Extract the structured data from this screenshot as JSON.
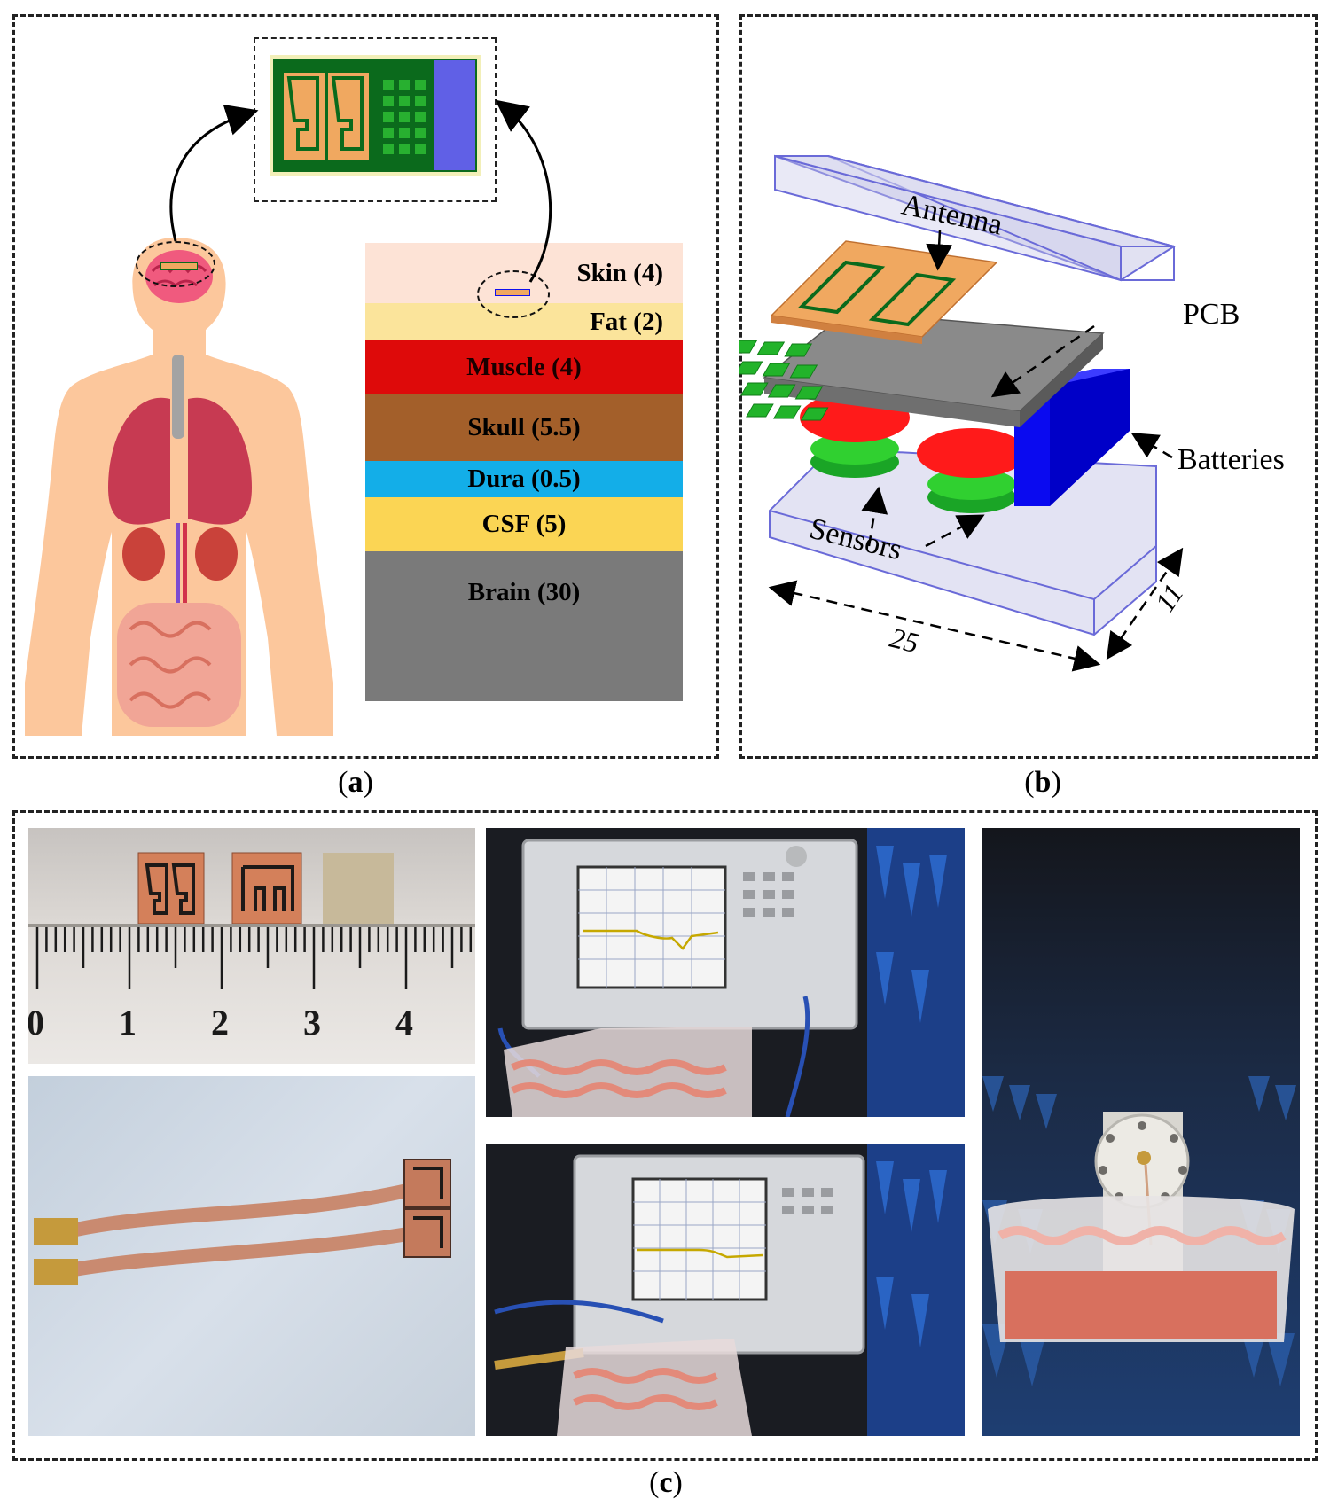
{
  "panel_a": {
    "label": "a",
    "layers": [
      {
        "name": "Skin (4)",
        "color": "#fde3d6",
        "text_color": "#000000"
      },
      {
        "name": "Fat (2)",
        "color": "#fbe49b",
        "text_color": "#000000"
      },
      {
        "name": "Muscle (4)",
        "color": "#de0a0a",
        "text_color": "#1a0000"
      },
      {
        "name": "Skull  (5.5)",
        "color": "#a35f2a",
        "text_color": "#000000"
      },
      {
        "name": "Dura  (0.5)",
        "color": "#13aee8",
        "text_color": "#000000"
      },
      {
        "name": "CSF  (5)",
        "color": "#fbd554",
        "text_color": "#000000"
      },
      {
        "name": "Brain  (30)",
        "color": "#7a7a7a",
        "text_color": "#000000"
      }
    ]
  },
  "panel_b": {
    "label": "b",
    "callouts": {
      "antenna": "Antenna",
      "pcb": "PCB",
      "batteries": "Batteries",
      "sensors": "Sensors"
    },
    "dimensions": {
      "length": "25",
      "height": "11"
    }
  },
  "panel_c": {
    "label": "c",
    "ruler_ticks": [
      "0",
      "1",
      "2",
      "3",
      "4"
    ]
  },
  "colors": {
    "antenna_copper": "#f0a860",
    "pcb_green": "#0b6a1c",
    "chip_green": "#28b030",
    "battery_blue": "#1010ee",
    "sensor_red": "#ff1a1a"
  }
}
